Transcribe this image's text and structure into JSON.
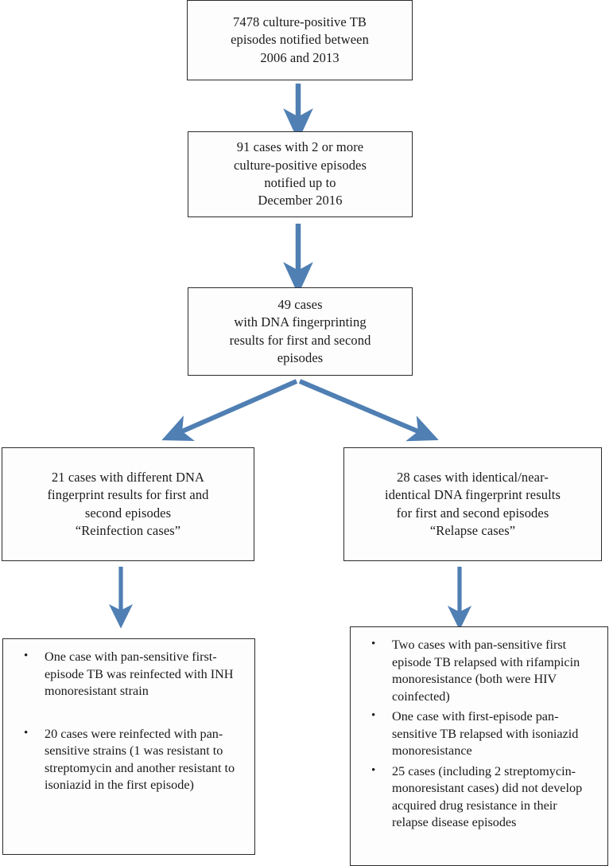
{
  "diagram": {
    "type": "flowchart",
    "title": "TB recurrence study flow diagram",
    "accent_color": "#4f7fb3",
    "border_color": "#2b2b2b",
    "background_color": "#ffffff",
    "nodes": {
      "total_episodes": {
        "id": "total-episodes",
        "lines": [
          "7478 culture-positive TB",
          "episodes notified between",
          "2006 and 2013"
        ]
      },
      "multiple_episodes": {
        "id": "multiple-episodes",
        "lines": [
          "91 cases with 2 or more",
          "culture-positive episodes",
          "notified up to",
          "December 2016"
        ]
      },
      "dna_fingerprinting": {
        "id": "dna-fingerprinting",
        "lines": [
          "49 cases",
          "with DNA fingerprinting",
          "results for first and second",
          "episodes"
        ]
      },
      "reinfection": {
        "id": "reinfection-cases",
        "lines": [
          "21 cases with different DNA",
          "fingerprint results for first and",
          "second episodes",
          "“Reinfection cases”"
        ]
      },
      "relapse": {
        "id": "relapse-cases",
        "lines": [
          "28 cases with identical/near-",
          "identical DNA fingerprint results",
          "for first and second episodes",
          "“Relapse cases”"
        ]
      },
      "reinfection_detail": {
        "id": "reinfection-detail",
        "bullet_glyph": "•",
        "bullets": [
          "One case with pan-sensitive first-episode TB was reinfected with INH monoresistant strain",
          "20 cases were reinfected with pan-sensitive strains (1 was resistant to streptomycin and another resistant to isoniazid in the first episode)"
        ]
      },
      "relapse_detail": {
        "id": "relapse-detail",
        "bullet_glyph": "•",
        "bullets": [
          "Two cases with pan-sensitive first episode TB relapsed with rifampicin monoresistance (both were HIV coinfected)",
          "One case with first-episode pan-sensitive TB relapsed with isoniazid monoresistance",
          "25 cases (including 2 streptomycin-monoresistant cases) did not develop acquired drug resistance in their relapse disease episodes"
        ]
      }
    },
    "connectors": [
      {
        "name": "arrow-total-to-multi",
        "from": "total-episodes",
        "to": "multiple-episodes",
        "direction": "down"
      },
      {
        "name": "arrow-multi-to-dna",
        "from": "multiple-episodes",
        "to": "dna-fingerprinting",
        "direction": "down"
      },
      {
        "name": "arrow-dna-to-reinfection",
        "from": "dna-fingerprinting",
        "to": "reinfection-cases",
        "direction": "down-left"
      },
      {
        "name": "arrow-dna-to-relapse",
        "from": "dna-fingerprinting",
        "to": "relapse-cases",
        "direction": "down-right"
      },
      {
        "name": "arrow-reinfection-to-detail",
        "from": "reinfection-cases",
        "to": "reinfection-detail",
        "direction": "down"
      },
      {
        "name": "arrow-relapse-to-detail",
        "from": "relapse-cases",
        "to": "relapse-detail",
        "direction": "down"
      }
    ]
  }
}
